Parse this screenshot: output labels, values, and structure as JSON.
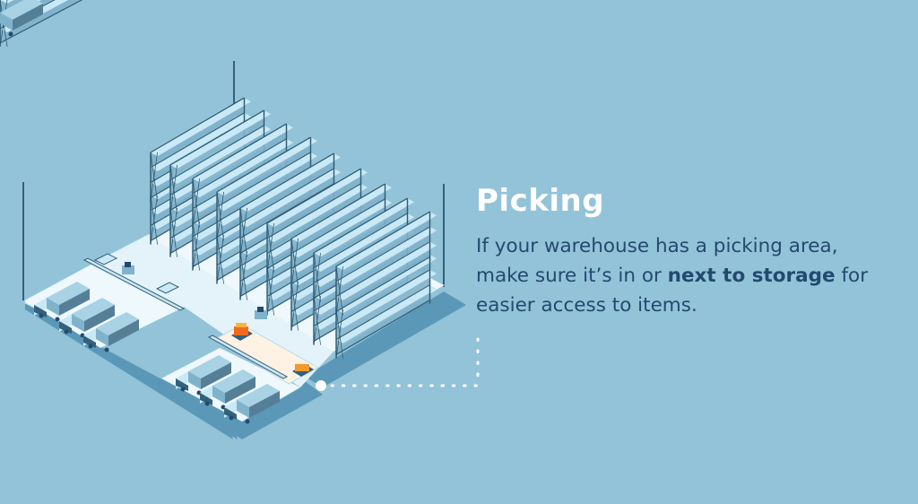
{
  "heading": "Picking",
  "description": {
    "part1": "If your warehouse has a picking area, make sure it’s in or ",
    "bold1": "next to storage",
    "part2": " for easier access to items."
  },
  "illustration": {
    "subject": "isometric-warehouse",
    "highlighted_area": "picking-area",
    "truck_count": 6,
    "forklift_count": 2
  },
  "colors": {
    "background": "#93c3d8",
    "heading": "#ffffff",
    "body_text": "#24496f",
    "floor": "#eef8fd",
    "picking_floor": "#fdf2e3",
    "shadow": "#5b98b8",
    "rack": "#2f5a72",
    "box_light": "#c9e9f6",
    "box_dark": "#7fb3cb",
    "pallet_orange": "#f39a2d",
    "connector": "#ffffff"
  }
}
